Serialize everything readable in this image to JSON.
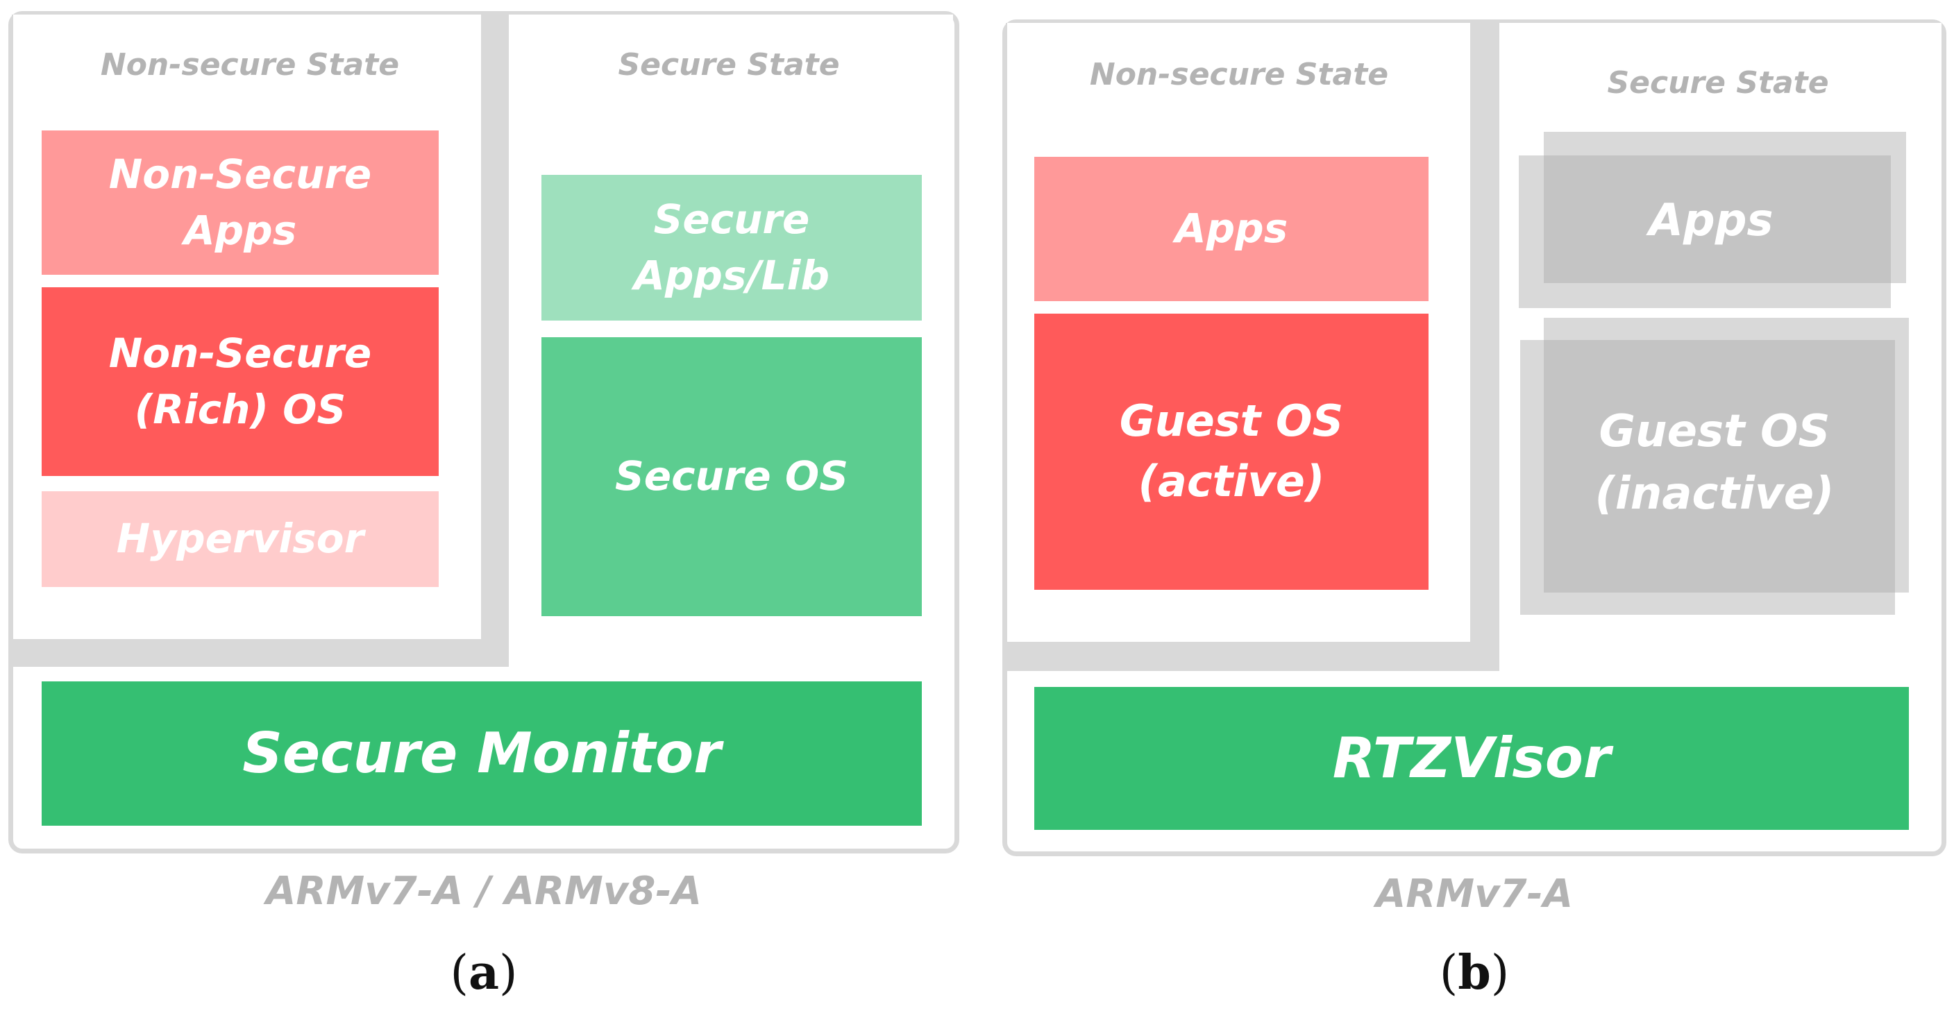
{
  "colors": {
    "nonsecure_apps": "#ff9999",
    "nonsecure_os": "#ff5a5a",
    "hypervisor": "#ffcccc",
    "secure_apps": "#9ee0bd",
    "secure_os": "#5ccd90",
    "monitor": "#35bf72",
    "inactive": "#a6a6a6",
    "frame": "#d9d9d9",
    "label_gray": "#b3b3b3"
  },
  "panel_a": {
    "nonsecure_label": "Non-secure State",
    "secure_label": "Secure State",
    "nonsecure_apps": "Non-Secure\nApps",
    "rich_os": "Non-Secure\n(Rich) OS",
    "hypervisor": "Hypervisor",
    "secure_apps": "Secure\nApps/Lib",
    "secure_os": "Secure OS",
    "monitor": "Secure Monitor",
    "arch": "ARMv7-A / ARMv8-A",
    "caption_open": "(",
    "caption_letter": "a",
    "caption_close": ")"
  },
  "panel_b": {
    "nonsecure_label": "Non-secure State",
    "secure_label": "Secure State",
    "apps_active": "Apps",
    "guest_active": "Guest OS\n(active)",
    "apps_inactive": "Apps",
    "guest_inactive": "Guest OS\n(inactive)",
    "monitor": "RTZVisor",
    "arch": "ARMv7-A",
    "caption_open": "(",
    "caption_letter": "b",
    "caption_close": ")"
  }
}
